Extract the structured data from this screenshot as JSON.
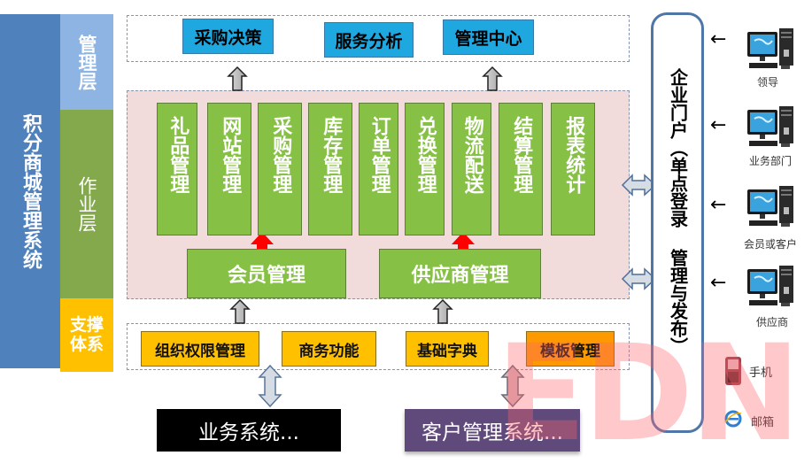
{
  "system_title": "积分商城管理系统",
  "layers": {
    "management": "管理层",
    "operation": "作业层",
    "support": [
      "支撑",
      "体系"
    ]
  },
  "management_boxes": [
    "采购决策",
    "服务分析",
    "管理中心"
  ],
  "modules": [
    "礼品管理",
    "网站管理",
    "采购管理",
    "库存管理",
    "订单管理",
    "兑换管理",
    "物流配送",
    "结算管理",
    "报表统计"
  ],
  "base_modules": [
    "会员管理",
    "供应商管理"
  ],
  "support_boxes": [
    "组织权限管理",
    "商务功能",
    "基础字典",
    "模板管理"
  ],
  "external_systems": [
    "业务系统...",
    "客户管理系统..."
  ],
  "portal": "企业门户（单点登录 管理与发布）",
  "clients": [
    "领导",
    "业务部门",
    "会员或客户",
    "供应商"
  ],
  "channels": [
    "手机",
    "邮箱"
  ],
  "watermark": "EDN",
  "colors": {
    "system_title": "#4f81bd",
    "management_layer": "#8eb4e3",
    "operation_layer": "#84a94d",
    "support_layer": "#ffc000",
    "blue_box": "#1fa7e0",
    "green_module": "#86c044",
    "yellow_box": "#ffc000",
    "ops_panel_bg": "#f2dcdb",
    "portal_border": "#4f76a8",
    "red_arrow": "#ff0000",
    "purple_system": "#604a7b"
  }
}
